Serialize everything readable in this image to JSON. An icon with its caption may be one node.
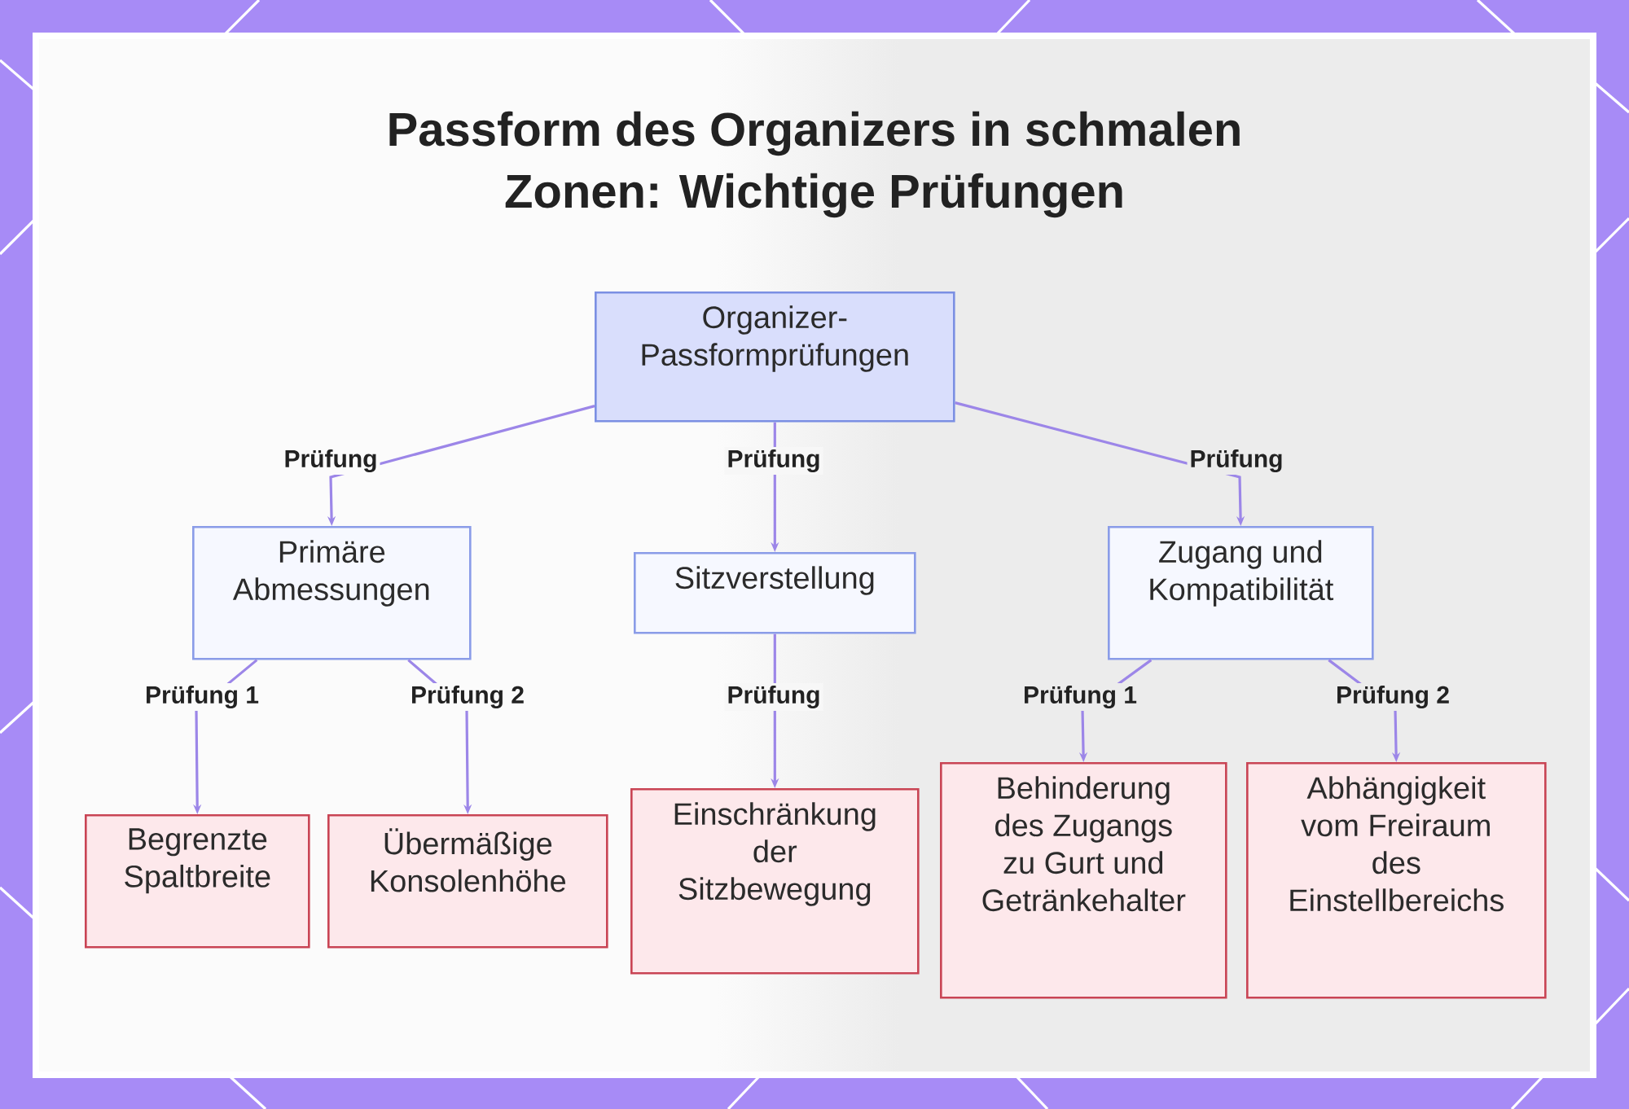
{
  "diagram": {
    "title": "Passform des Organizers in schmalen Zonen: Wichtige Prüfungen",
    "nodes": [
      {
        "text": [
          "Organizer-Passformprüfungen"
        ]
      },
      {
        "text": [
          "Primäre Abmessungen"
        ]
      },
      {
        "text": [
          "Sitzverstellung"
        ]
      },
      {
        "text": [
          "Zugang und Kompatibilität"
        ]
      },
      {
        "text": [
          "Begrenzte Spaltbreite"
        ]
      },
      {
        "text": [
          "Übermäßige Konsolenhöhe"
        ]
      },
      {
        "text": [
          "Einschränkung der Sitzbewegung"
        ]
      },
      {
        "text": [
          "Behinderung des Zugangs zu Gurt und Getränkehalter"
        ]
      },
      {
        "text": [
          "Abhängigkeit vom Freiraum des Einstellbereichs"
        ]
      }
    ],
    "edges": [
      {
        "from": 0,
        "to": 1,
        "arrow": "to",
        "label": "Prüfung"
      },
      {
        "from": 0,
        "to": 2,
        "arrow": "to",
        "label": "Prüfung"
      },
      {
        "from": 0,
        "to": 3,
        "arrow": "to",
        "label": "Prüfung"
      },
      {
        "from": 1,
        "to": 4,
        "arrow": "to",
        "label": "Prüfung 1"
      },
      {
        "from": 1,
        "to": 5,
        "arrow": "to",
        "label": "Prüfung 2"
      },
      {
        "from": 2,
        "to": 6,
        "arrow": "to",
        "label": "Prüfung"
      },
      {
        "from": 3,
        "to": 7,
        "arrow": "to",
        "label": "Prüfung 1"
      },
      {
        "from": 3,
        "to": 8,
        "arrow": "to",
        "label": "Prüfung 2"
      }
    ]
  }
}
